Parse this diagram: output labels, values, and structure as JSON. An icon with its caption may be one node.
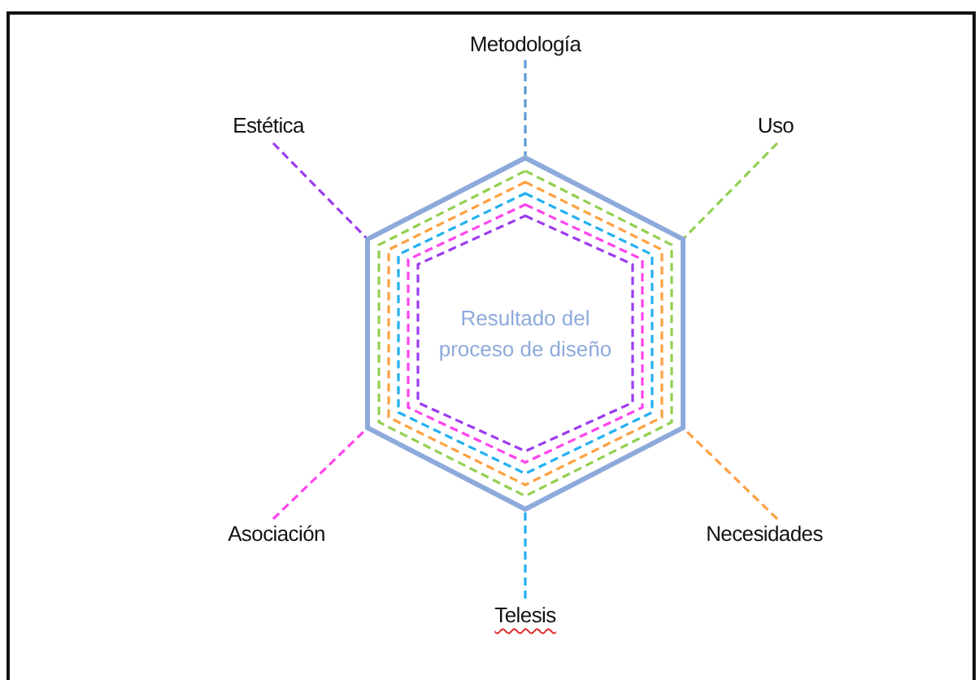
{
  "diagram": {
    "nodes": [
      {
        "text": [
          "Resultado del proceso de diseño"
        ]
      },
      {
        "text": [
          "Metodología"
        ]
      },
      {
        "text": [
          "Estética"
        ]
      },
      {
        "text": [
          "Uso"
        ]
      },
      {
        "text": [
          "Asociación"
        ]
      },
      {
        "text": [
          "Necesidades"
        ]
      },
      {
        "text": [
          "Telesis"
        ]
      }
    ],
    "edges": [
      {
        "from": 1,
        "to": 0,
        "arrow": "none",
        "style": "dashed",
        "color": "#5b9bd5"
      },
      {
        "from": 2,
        "to": 0,
        "arrow": "none",
        "style": "dashed",
        "color": "#9b3cf0"
      },
      {
        "from": 3,
        "to": 0,
        "arrow": "none",
        "style": "dashed",
        "color": "#92d050"
      },
      {
        "from": 4,
        "to": 0,
        "arrow": "none",
        "style": "dashed",
        "color": "#ff44ee"
      },
      {
        "from": 5,
        "to": 0,
        "arrow": "none",
        "style": "dashed",
        "color": "#ffa040"
      },
      {
        "from": 6,
        "to": 0,
        "arrow": "none",
        "style": "dashed",
        "color": "#22b0f0"
      }
    ]
  }
}
